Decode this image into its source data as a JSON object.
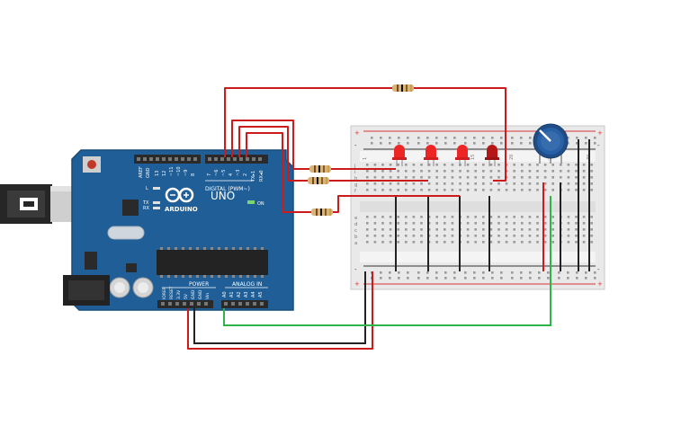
{
  "board": {
    "brand": "ARDUINO",
    "model": "UNO",
    "digital_label": "DIGITAL (PWM~)",
    "power_label": "POWER",
    "analog_label": "ANALOG IN",
    "on_label": "ON",
    "l_label": "L",
    "tx_label": "TX",
    "rx_label": "RX",
    "aref_label": "AREF",
    "gnd_label": "GND",
    "digital_pins": [
      "13",
      "12",
      "~11",
      "~10",
      "~9",
      "8",
      "7",
      "~6",
      "~5",
      "4",
      "~3",
      "2",
      "TX▸1",
      "RX◂0"
    ],
    "power_pins": [
      "IOREF",
      "RESET",
      "3.3V",
      "5V",
      "GND",
      "GND",
      "Vin"
    ],
    "analog_pins": [
      "A0",
      "A1",
      "A2",
      "A3",
      "A4",
      "A5"
    ]
  },
  "breadboard": {
    "row_letters_top": [
      "j",
      "i",
      "h",
      "g",
      "f"
    ],
    "row_letters_bottom": [
      "e",
      "d",
      "c",
      "b",
      "a"
    ],
    "column_numbers": [
      "1",
      "5",
      "10",
      "15",
      "20",
      "25",
      "30"
    ]
  },
  "colors": {
    "board": "#1f5e96",
    "board_edge": "#174b79",
    "wire_red": "#cc1b1b",
    "wire_black": "#222222",
    "wire_green": "#2fb44a",
    "led_on": "#ee2525",
    "led_off": "#b51717",
    "pot_knob": "#1f4d86"
  }
}
